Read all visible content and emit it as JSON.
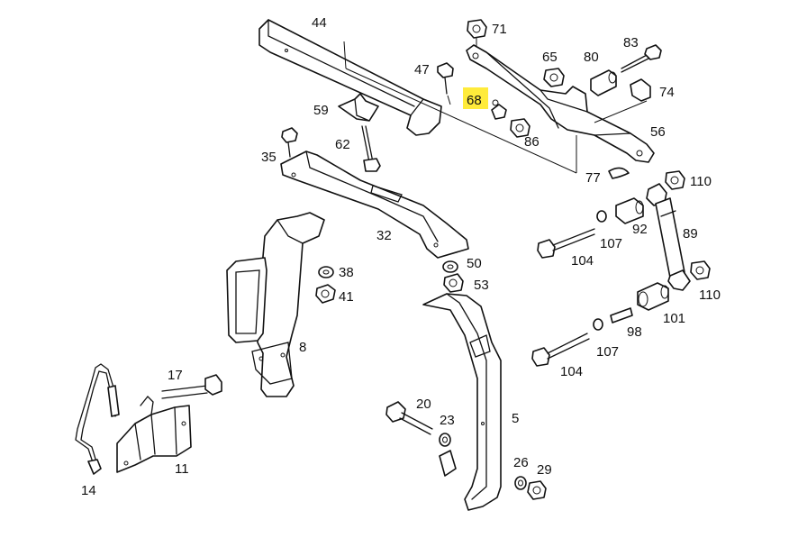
{
  "highlight": {
    "color": "#ffeb3b",
    "part": "68"
  },
  "labels": {
    "p44": "44",
    "p71": "71",
    "p47": "47",
    "p65": "65",
    "p80": "80",
    "p83": "83",
    "p74": "74",
    "p68": "68",
    "p59": "59",
    "p86": "86",
    "p56": "56",
    "p35": "35",
    "p62": "62",
    "p77": "77",
    "p110a": "110",
    "p32": "32",
    "p92": "92",
    "p89": "89",
    "p107a": "107",
    "p104a": "104",
    "p38": "38",
    "p50": "50",
    "p41": "41",
    "p53": "53",
    "p110b": "110",
    "p8": "8",
    "p98": "98",
    "p101": "101",
    "p107b": "107",
    "p104b": "104",
    "p17": "17",
    "p20": "20",
    "p23": "23",
    "p5": "5",
    "p11": "11",
    "p26": "26",
    "p29": "29",
    "p14": "14"
  }
}
